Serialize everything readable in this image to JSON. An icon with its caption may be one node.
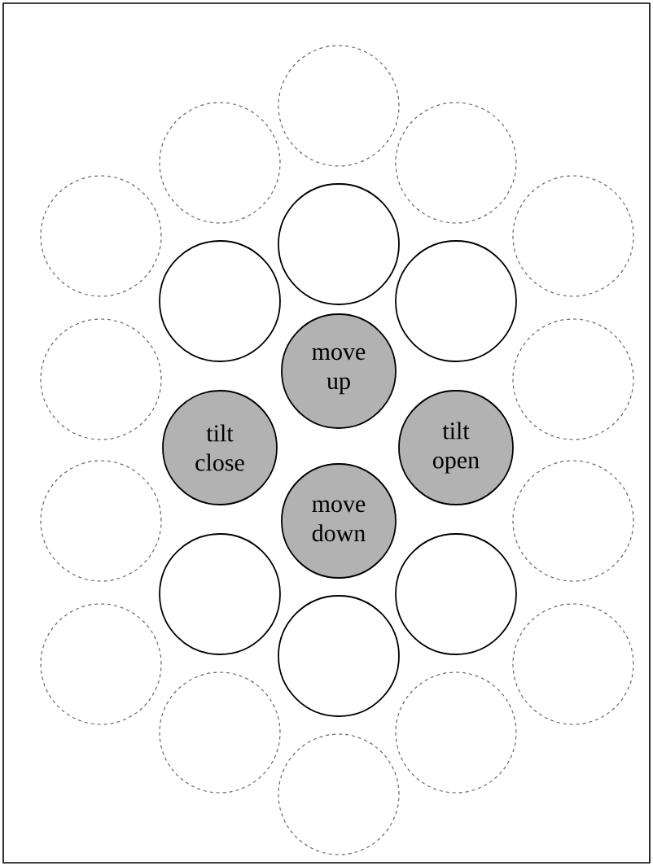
{
  "diagram": {
    "nodes": [
      {
        "text": [],
        "shape": "circle"
      },
      {
        "text": [],
        "shape": "circle"
      },
      {
        "text": [],
        "shape": "circle"
      },
      {
        "text": [],
        "shape": "circle"
      },
      {
        "text": [],
        "shape": "circle"
      },
      {
        "text": [],
        "shape": "circle"
      },
      {
        "text": [],
        "shape": "circle"
      },
      {
        "text": [],
        "shape": "circle"
      },
      {
        "text": [],
        "shape": "circle"
      },
      {
        "text": [
          "move up"
        ]
      },
      {
        "text": [],
        "shape": "circle"
      },
      {
        "text": [
          "tilt close"
        ]
      },
      {
        "text": [
          "tilt open"
        ]
      },
      {
        "text": [],
        "shape": "circle"
      },
      {
        "text": [
          "move down"
        ]
      },
      {
        "text": [],
        "shape": "circle"
      },
      {
        "text": [],
        "shape": "circle"
      },
      {
        "text": [],
        "shape": "circle"
      },
      {
        "text": [],
        "shape": "circle"
      },
      {
        "text": [],
        "shape": "circle"
      },
      {
        "text": [],
        "shape": "circle"
      },
      {
        "text": [],
        "shape": "circle"
      },
      {
        "text": [],
        "shape": "circle"
      },
      {
        "text": [],
        "shape": "circle"
      }
    ]
  }
}
